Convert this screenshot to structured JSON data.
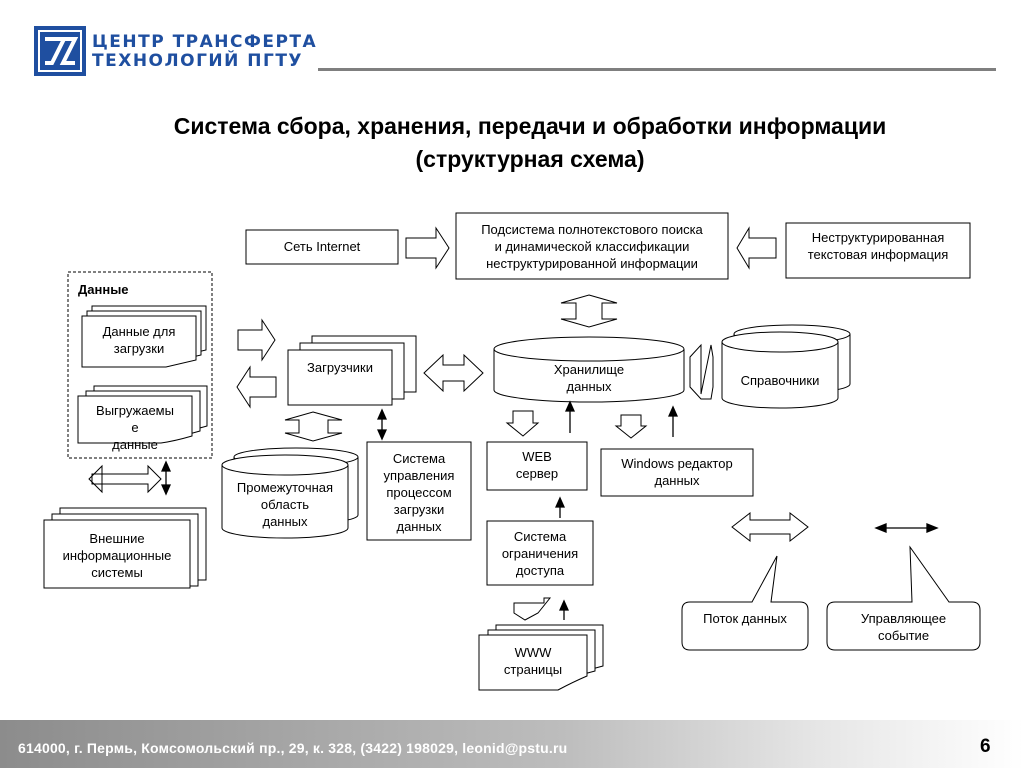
{
  "header": {
    "brand_line1": "ЦЕНТР ТРАНСФЕРТА",
    "brand_line2": "ТЕХНОЛОГИЙ  ПГТУ"
  },
  "title": {
    "line1": "Система сбора, хранения, передачи и обработки информации",
    "line2": "(структурная схема)"
  },
  "diagram": {
    "internet": "Сеть Internet",
    "search_subsystem": [
      "Подсистема полнотекстового поиска",
      "и динамической классификации",
      "неструктурированной информации"
    ],
    "unstructured": [
      "Неструктурированная",
      "текстовая информация"
    ],
    "data_group": "Данные",
    "upload_data": [
      "Данные для",
      "загрузки"
    ],
    "export_data": [
      "Выгружаемы",
      "е",
      "данные"
    ],
    "external_systems": [
      "Внешние",
      "информационные",
      "системы"
    ],
    "loaders": "Загрузчики",
    "storage": [
      "Хранилище",
      "данных"
    ],
    "directories": "Справочники",
    "staging": [
      "Промежуточная",
      "область",
      "данных"
    ],
    "load_control": [
      "Система",
      "управления",
      "процессом",
      "загрузки",
      "данных"
    ],
    "web_server": [
      "WEB",
      "сервер"
    ],
    "windows_editor": [
      "Windows редактор",
      "данных"
    ],
    "access_control": [
      "Система",
      "ограничения",
      "доступа"
    ],
    "www_pages": [
      "WWW",
      "страницы"
    ],
    "legend_data_flow": "Поток данных",
    "legend_control": [
      "Управляющее",
      "событие"
    ]
  },
  "footer": {
    "address": "614000, г. Пермь, Комсомольский пр., 29, к. 328, (3422) 198029, leonid@pstu.ru",
    "page_number": "6"
  }
}
